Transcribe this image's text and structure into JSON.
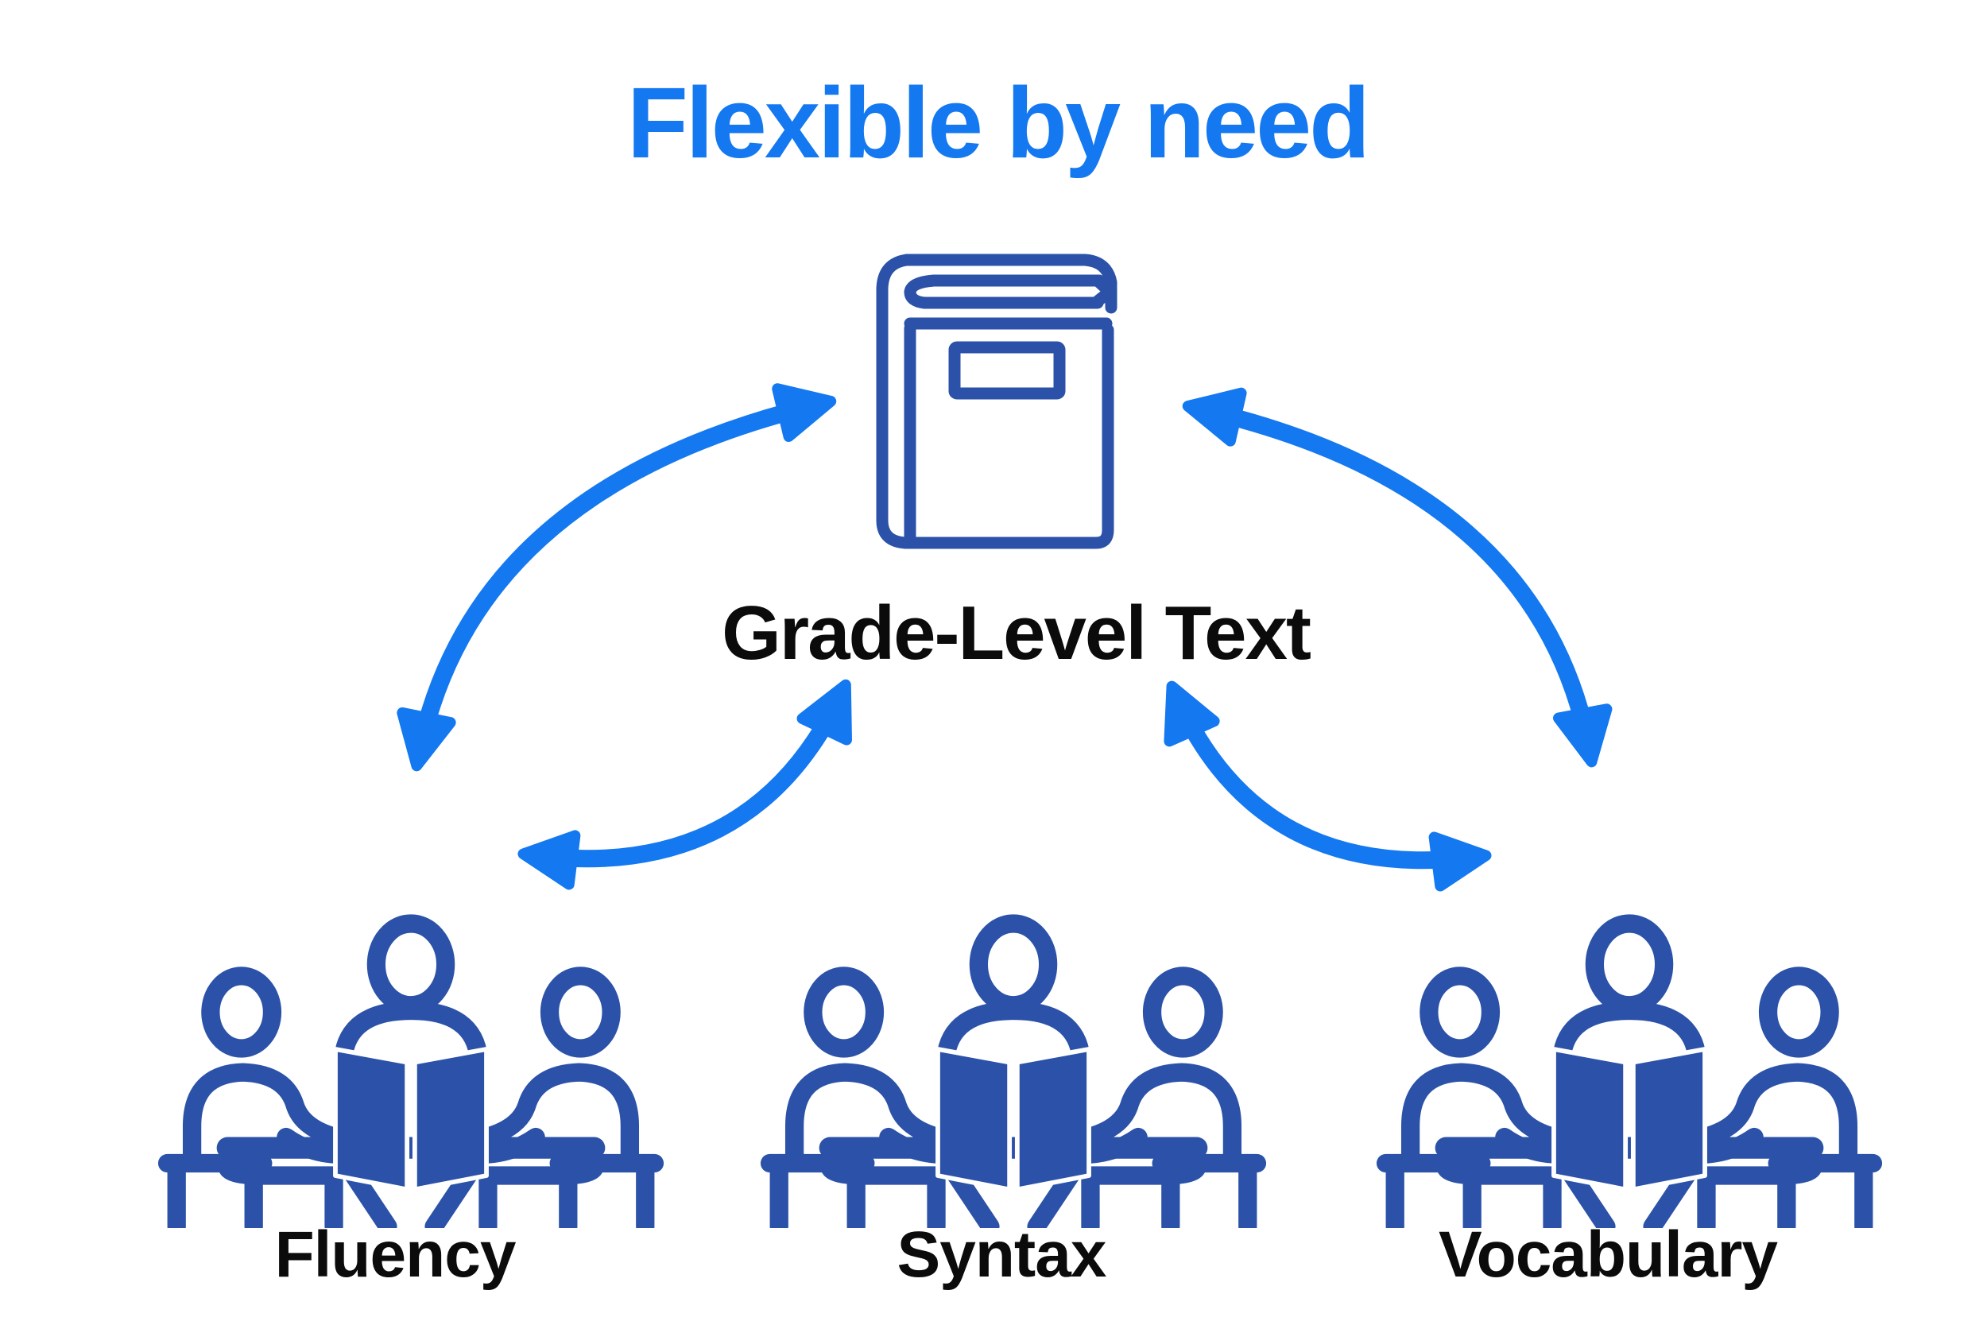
{
  "title": "Flexible by need",
  "center": {
    "label": "Grade-Level Text",
    "icon": "book-icon"
  },
  "groups": [
    {
      "label": "Fluency",
      "icon": "reading-group-icon"
    },
    {
      "label": "Syntax",
      "icon": "reading-group-icon"
    },
    {
      "label": "Vocabulary",
      "icon": "reading-group-icon"
    }
  ],
  "arrows": {
    "style": "curved-double-headed",
    "items": [
      {
        "name": "outer-left",
        "between": [
          "Fluency",
          "Grade-Level Text"
        ]
      },
      {
        "name": "inner-left",
        "between": [
          "Fluency",
          "Grade-Level Text"
        ]
      },
      {
        "name": "inner-right",
        "between": [
          "Vocabulary",
          "Grade-Level Text"
        ]
      },
      {
        "name": "outer-right",
        "between": [
          "Vocabulary",
          "Grade-Level Text"
        ]
      }
    ]
  },
  "colors": {
    "accent_blue": "#1478F0",
    "icon_navy": "#2B52A8",
    "label_black": "#0B0B0B",
    "background": "#FFFFFF"
  }
}
